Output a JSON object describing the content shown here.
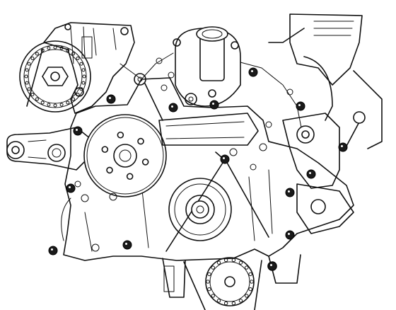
{
  "diagram": {
    "style": "line-art",
    "colors": {
      "stroke": "#111111",
      "background": "#ffffff",
      "highlight_bolt": "#1a1a1a"
    },
    "components": [
      "camshaft-sprocket",
      "thermostat-housing",
      "water-pump-pulley",
      "crankshaft-damper",
      "timing-chain-sprocket",
      "tensioner-arm",
      "accessory-bracket",
      "front-cover"
    ],
    "highlighted_bolt_count": 15
  }
}
